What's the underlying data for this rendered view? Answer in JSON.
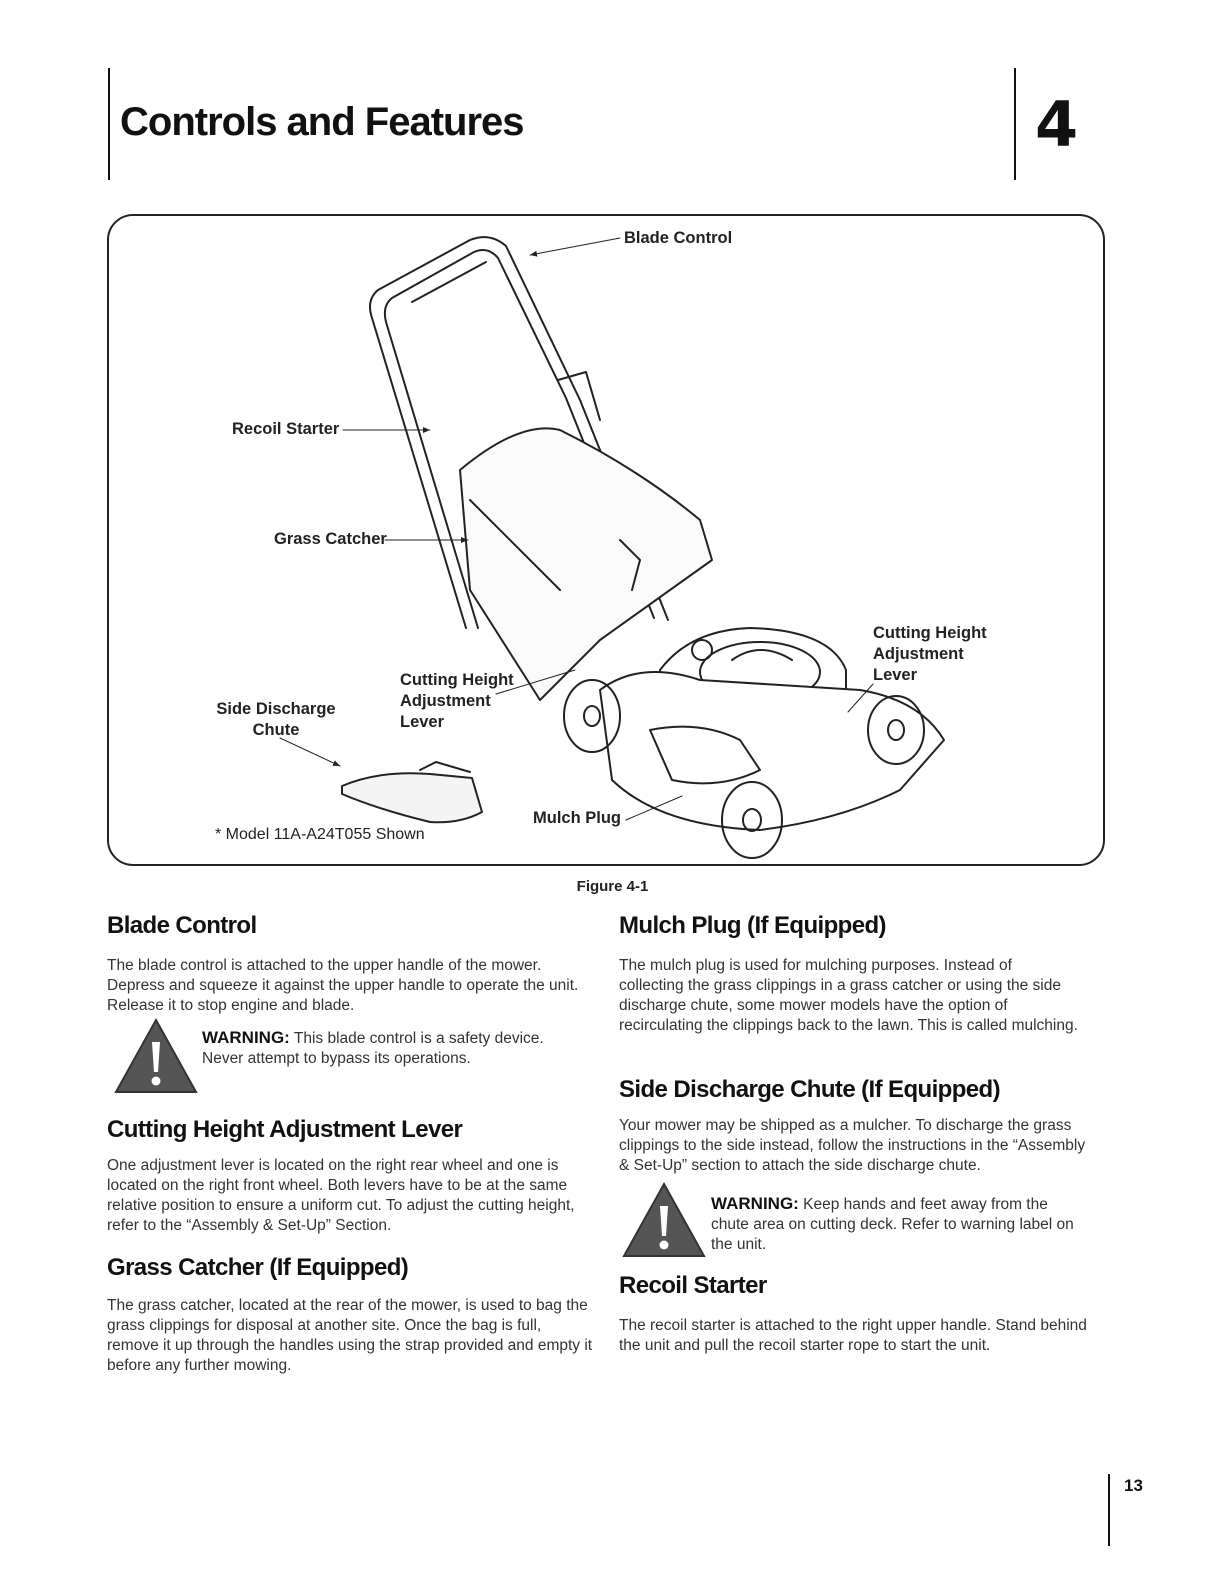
{
  "header": {
    "title": "Controls and Features",
    "chapter_number": "4"
  },
  "figure": {
    "callouts": {
      "blade_control": "Blade Control",
      "recoil_starter": "Recoil Starter",
      "grass_catcher": "Grass Catcher",
      "cutting_height_left": [
        "Cutting Height",
        "Adjustment",
        "Lever"
      ],
      "cutting_height_right": [
        "Cutting Height",
        "Adjustment",
        "Lever"
      ],
      "side_discharge": [
        "Side Discharge",
        "Chute"
      ],
      "mulch_plug": "Mulch Plug"
    },
    "model_note": "* Model 11A-A24T055 Shown",
    "caption": "Figure 4-1"
  },
  "sections": {
    "blade_control": {
      "title": "Blade Control",
      "body": "The blade control is attached to the upper handle of the mower. Depress and squeeze it against the upper handle to operate the unit. Release it to stop engine and blade.",
      "warning_label": "WARNING:",
      "warning_text": " This blade control is a safety device. Never attempt to bypass its operations."
    },
    "cutting_height": {
      "title": "Cutting Height Adjustment Lever",
      "body": "One adjustment lever is located on the right rear wheel and one is located on the right front wheel. Both levers have to be at the same relative position to ensure a uniform cut. To adjust the cutting height, refer to the “Assembly & Set-Up” Section."
    },
    "grass_catcher": {
      "title": "Grass Catcher (If Equipped)",
      "body": "The grass catcher, located at the rear of the mower, is used to bag the grass clippings for disposal at another site.  Once the bag is full, remove it up through the handles using the strap provided and empty it before any further mowing."
    },
    "mulch_plug": {
      "title": "Mulch Plug (If Equipped)",
      "body": "The mulch plug is used for mulching purposes. Instead of collecting the grass clippings in a grass catcher or using the side discharge chute, some mower models have the option of recirculating the clippings back to the lawn. This is called mulching."
    },
    "side_discharge": {
      "title": "Side Discharge Chute (If Equipped)",
      "body": "Your mower may be shipped as a mulcher. To discharge the grass clippings to the side instead, follow the instructions in the “Assembly & Set-Up” section to attach the side discharge chute.",
      "warning_label": "WARNING:",
      "warning_text": " Keep hands and feet away from the chute area on cutting deck. Refer to warning label on the unit."
    },
    "recoil_starter": {
      "title": "Recoil Starter",
      "body": "The recoil starter is attached to the right upper handle. Stand behind the unit and pull the recoil starter rope to start the unit."
    }
  },
  "footer": {
    "page_number": "13"
  }
}
